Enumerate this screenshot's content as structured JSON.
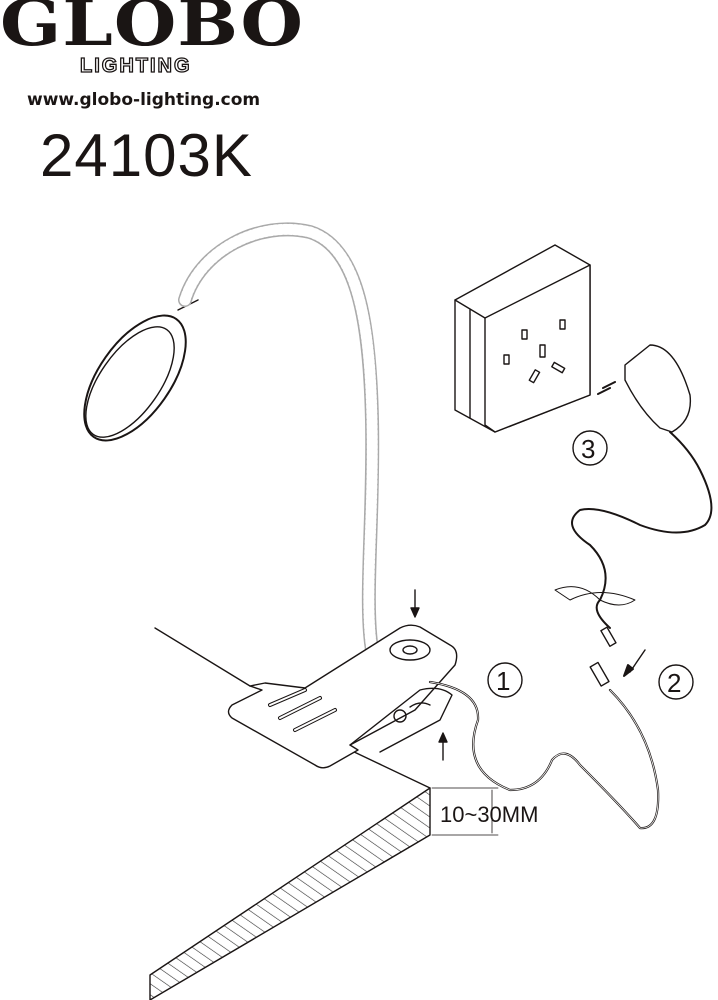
{
  "header": {
    "brand": "GLOBO",
    "brand_sub": "LIGHTING",
    "website": "www.globo-lighting.com",
    "model": "24103K"
  },
  "diagram": {
    "steps": [
      {
        "label": "1"
      },
      {
        "label": "2"
      },
      {
        "label": "3"
      }
    ],
    "dimension_label": "10~30MM"
  }
}
